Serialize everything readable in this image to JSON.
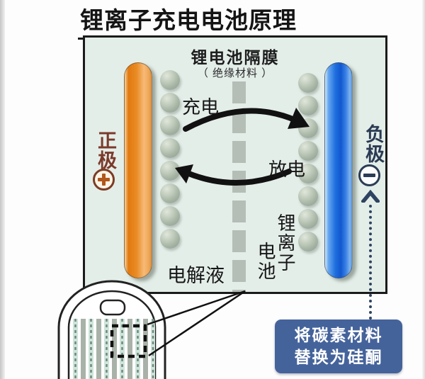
{
  "title": "锂离子充电电池原理",
  "diagram": {
    "separator_label": "锂电池隔膜",
    "separator_sublabel": "（ 绝缘材料 ）",
    "positive_electrode_label": "正极",
    "negative_electrode_label": "负极",
    "charge_label": "充电",
    "discharge_label": "放电",
    "electrolyte_label": "电解液",
    "battery_name_col_right": "锂离子",
    "battery_name_col_left": "电池",
    "ion_columns": [
      {
        "side": "left",
        "count": 8
      },
      {
        "side": "right",
        "count": 8
      }
    ]
  },
  "callout": {
    "line1": "将碳素材料",
    "line2": "替换为硅酮"
  },
  "colors": {
    "positive_bar_orange": "#e8841c",
    "negative_bar_blue": "#1d66d6",
    "positive_text": "#7b3a2a",
    "negative_text": "#2b3b54",
    "ion_ball": "#aab7aa",
    "separator_dash": "#b5bdb7",
    "panel_background": "#e4eee9",
    "callout_background": "#45639b",
    "arrow_black": "#111111"
  }
}
